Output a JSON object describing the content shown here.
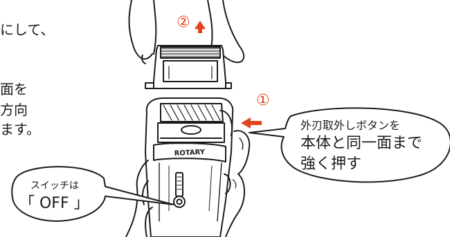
{
  "left_text": {
    "line1": "にして、",
    "line2": "面を",
    "line3": "方向",
    "line4": "ます。"
  },
  "steps": {
    "step2": "②",
    "step1": "①"
  },
  "device_label": "ROTARY",
  "callout_button": {
    "title": "外刃取外しボタンを",
    "line1": "本体と同一面まで",
    "line2": "強く押す"
  },
  "callout_switch": {
    "title": "スイッチは",
    "value": "「 OFF 」"
  },
  "colors": {
    "accent": "#e0461e",
    "ink": "#1a1a1a"
  }
}
